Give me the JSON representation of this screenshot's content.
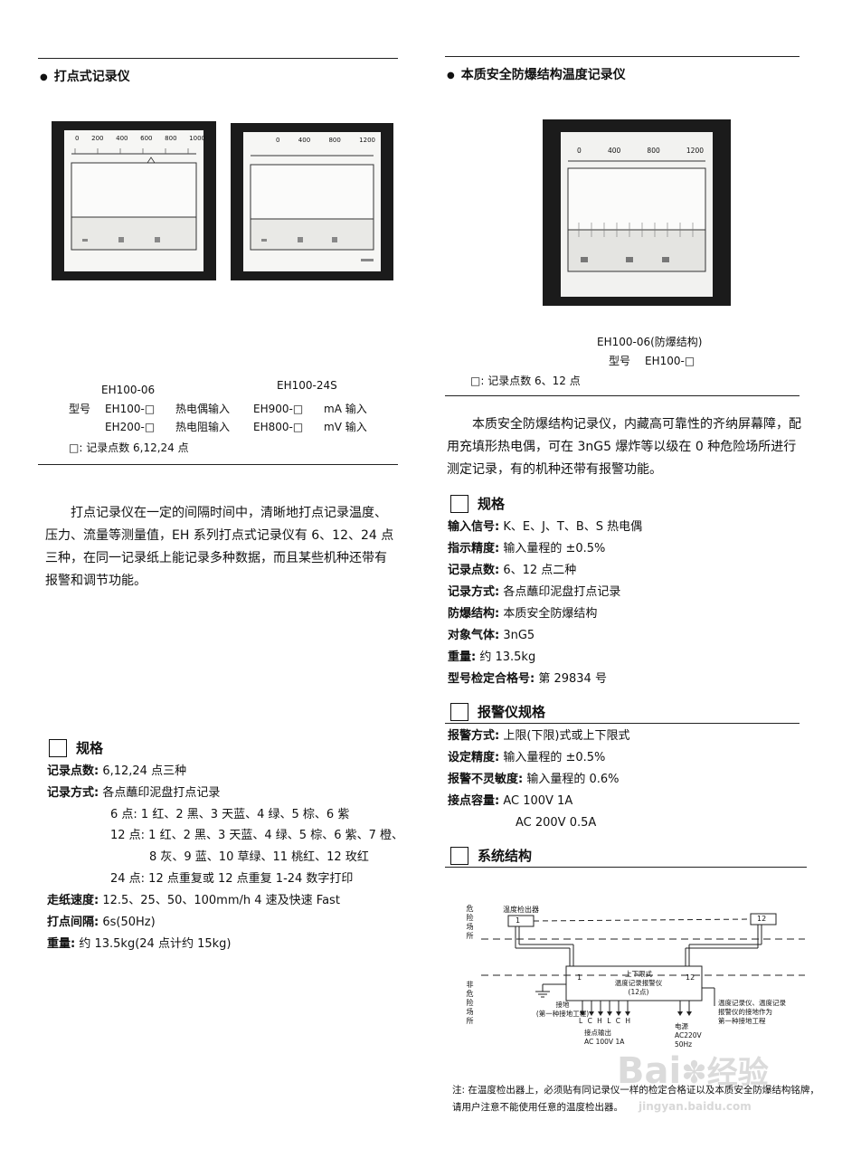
{
  "left": {
    "section_title": "打点式记录仪",
    "photo1": {
      "scale": [
        "0",
        "200",
        "400",
        "600",
        "800",
        "1000"
      ]
    },
    "photo2": {
      "scale": [
        "0",
        "400",
        "800",
        "1200"
      ],
      "tag": "EH100-24S"
    },
    "model_left_caption": "EH100-06",
    "model_right_caption": "EH100-24S",
    "model_lines": [
      {
        "prefix": "型号",
        "model1": "EH100-□",
        "input1": "热电偶输入",
        "model2": "EH900-□",
        "input2": "mA 输入"
      },
      {
        "prefix": "",
        "model1": "EH200-□",
        "input1": "热电阻输入",
        "model2": "EH800-□",
        "input2": "mV 输入"
      }
    ],
    "points_note": "□: 记录点数 6,12,24 点",
    "intro": "打点记录仪在一定的间隔时间中，清晰地打点记录温度、压力、流量等测量值，EH 系列打点式记录仪有 6、12、24 点三种，在同一记录纸上能记录多种数据，而且某些机种还带有报警和调节功能。",
    "spec_heading": "规格",
    "specs": [
      {
        "key": "记录点数:",
        "val": " 6,12,24 点三种"
      },
      {
        "key": "记录方式:",
        "val": " 各点蘸印泥盘打点记录"
      },
      {
        "key": "",
        "val": "6 点: 1 红、2 黑、3 天蓝、4 绿、5 棕、6 紫"
      },
      {
        "key": "",
        "val": "12 点: 1 红、2 黑、3 天蓝、4 绿、5 棕、6 紫、7 橙、"
      },
      {
        "key": "",
        "val": "8 灰、9 蓝、10 草绿、11 桃红、12 玫红"
      },
      {
        "key": "",
        "val": "24 点: 12 点重复或 12 点重复 1-24 数字打印"
      },
      {
        "key": "走纸速度:",
        "val": " 12.5、25、50、100mm/h 4 速及快速 Fast"
      },
      {
        "key": "打点间隔:",
        "val": " 6s(50Hz)"
      },
      {
        "key": "重量:",
        "val": " 约 13.5kg(24 点计约 15kg)"
      }
    ]
  },
  "right": {
    "section_title": "本质安全防爆结构温度记录仪",
    "photo": {
      "scale": [
        "0",
        "400",
        "800",
        "1200"
      ]
    },
    "caption": "EH100-06(防爆结构)",
    "model_prefix": "型号",
    "model_value": "EH100-□",
    "points_note": "□: 记录点数 6、12 点",
    "intro": "本质安全防爆结构记录仪，内藏高可靠性的齐纳屏幕障，配用充填形热电偶，可在 3nG5 爆炸等以级在 0 种危险场所进行测定记录，有的机种还带有报警功能。",
    "spec_heading": "规格",
    "specs": [
      {
        "key": "输入信号:",
        "val": " K、E、J、T、B、S 热电偶"
      },
      {
        "key": "指示精度:",
        "val": " 输入量程的 ±0.5%"
      },
      {
        "key": "记录点数:",
        "val": " 6、12 点二种"
      },
      {
        "key": "记录方式:",
        "val": " 各点蘸印泥盘打点记录"
      },
      {
        "key": "防爆结构:",
        "val": " 本质安全防爆结构"
      },
      {
        "key": "对象气体:",
        "val": " 3nG5"
      },
      {
        "key": "重量:",
        "val": " 约 13.5kg"
      },
      {
        "key": "型号检定合格号:",
        "val": " 第 29834 号"
      }
    ],
    "alarm_heading": "报警仪规格",
    "alarm_specs": [
      {
        "key": "报警方式:",
        "val": " 上限(下限)式或上下限式"
      },
      {
        "key": "设定精度:",
        "val": " 输入量程的 ±0.5%"
      },
      {
        "key": "报警不灵敏度:",
        "val": " 输入量程的 0.6%"
      },
      {
        "key": "接点容量:",
        "val": " AC 100V 1A"
      },
      {
        "key": "",
        "val": "AC 200V 0.5A"
      }
    ],
    "system_heading": "系统结构",
    "diagram": {
      "zone_hazard": "危险场所",
      "zone_safe": "非危险场所",
      "sensor_label": "温度检出器",
      "sensor_1": "1",
      "sensor_12": "12",
      "recorder_title_1": "上下限式",
      "recorder_title_2": "温度记录报警仪",
      "recorder_title_3": "(12点)",
      "recorder_in_1": "1",
      "recorder_in_12": "12",
      "ground_1": "接地",
      "ground_2": "(第一种接地工程)",
      "contacts_letters": "L C H L C H",
      "contacts_1": "接点输出",
      "contacts_2": "AC 100V 1A",
      "power_1": "电源",
      "power_2": "AC220V",
      "power_3": "50Hz",
      "side_note_1": "温度记录仪、温度记录",
      "side_note_2": "报警仪的接地作为",
      "side_note_3": "第一种接地工程"
    },
    "footnote": "注: 在温度检出器上，必须贴有同记录仪一样的检定合格证以及本质安全防爆结构铭牌，请用户注意不能使用任意的温度检出器。"
  },
  "watermark": {
    "brand": "Bai",
    "brand_rest": "经验",
    "url": "jingyan.baidu.com"
  },
  "colors": {
    "ink": "#111111",
    "photo_frame": "#1b1b1b",
    "paper": "#f6f6f4"
  }
}
